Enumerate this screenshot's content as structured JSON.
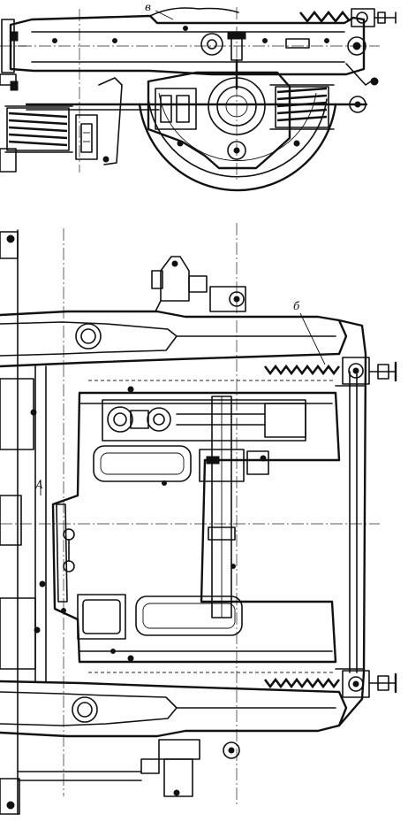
{
  "labels": {
    "top_view_callout": "в",
    "plan_view_callout": "б",
    "plan_view_side_mark": "А"
  },
  "colors": {
    "ink": "#111111",
    "paper": "#ffffff"
  }
}
